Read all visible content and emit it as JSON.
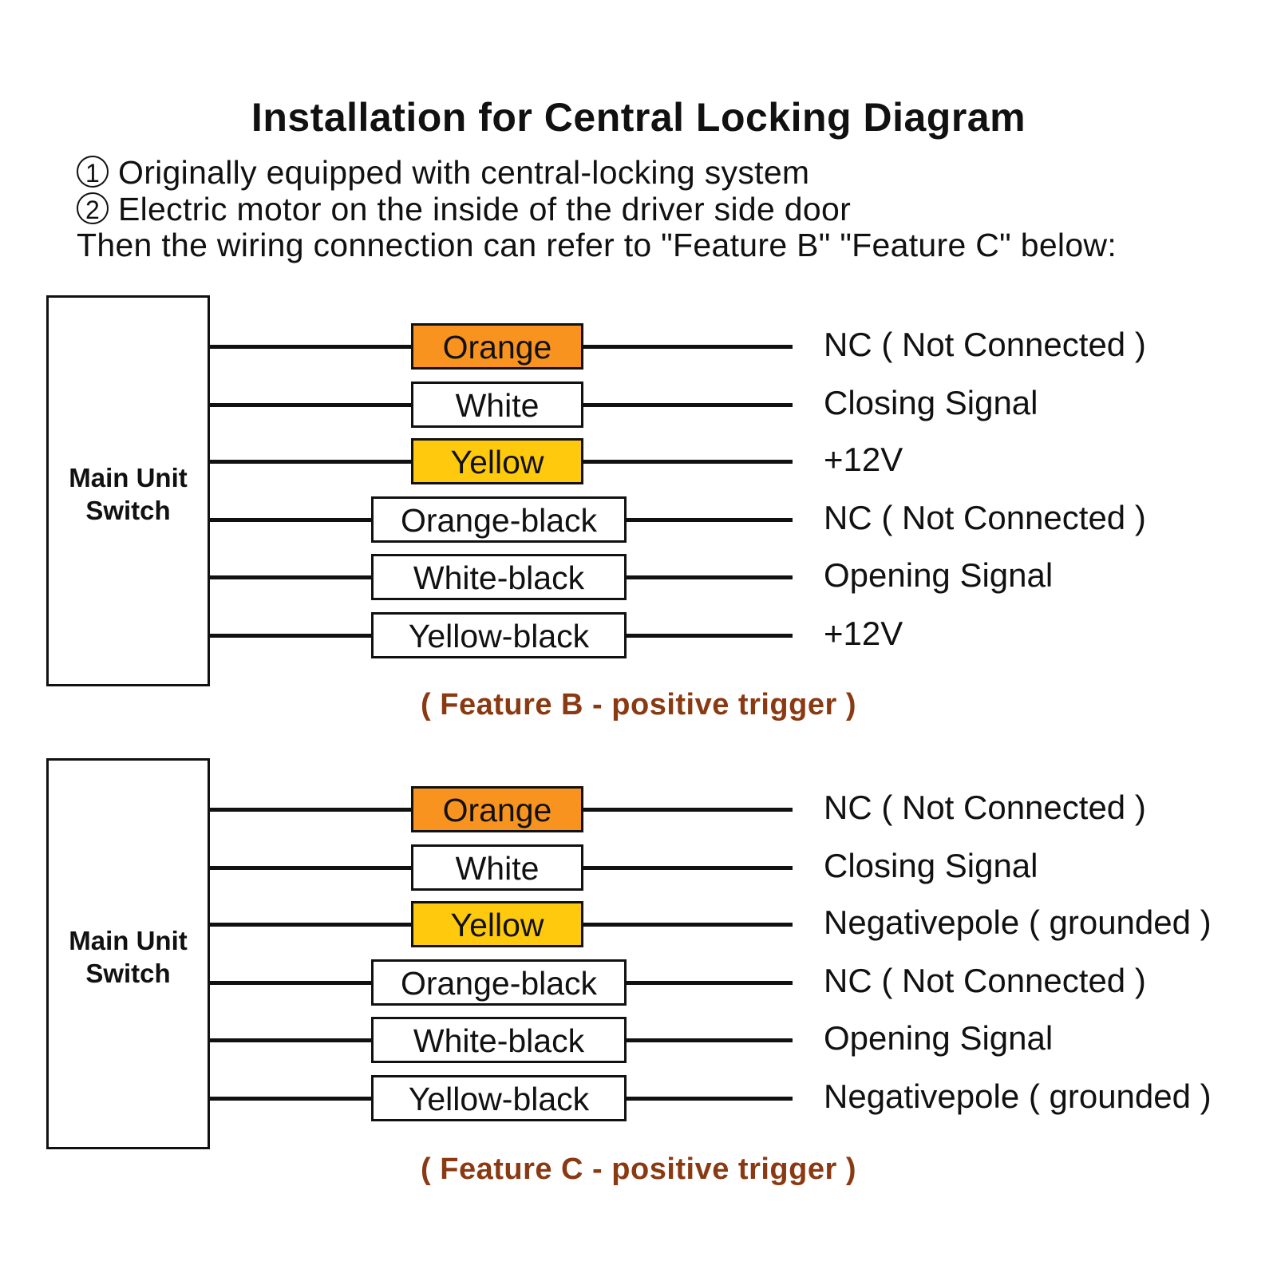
{
  "title": "Installation for Central Locking Diagram",
  "intro": [
    {
      "num": "1",
      "text": "Originally equipped with central-locking system"
    },
    {
      "num": "2",
      "text": "Electric motor on the inside of the driver side door"
    },
    {
      "num": "",
      "text": "Then the wiring connection can refer to \"Feature B\" \"Feature C\" below:"
    }
  ],
  "colors": {
    "orange": "#f7931e",
    "yellow": "#ffc90e",
    "white": "#ffffff",
    "caption": "#8a3a12"
  },
  "panels": [
    {
      "unit_label_line1": "Main Unit",
      "unit_label_line2": "Switch",
      "caption": "( Feature B - positive trigger )",
      "wires": [
        {
          "label": "Orange",
          "fill": "orange",
          "signal": "NC ( Not Connected )"
        },
        {
          "label": "White",
          "fill": "white",
          "signal": "Closing Signal"
        },
        {
          "label": "Yellow",
          "fill": "yellow",
          "signal": "+12V"
        },
        {
          "label": "Orange-black",
          "fill": "white",
          "signal": "NC ( Not Connected )"
        },
        {
          "label": "White-black",
          "fill": "white",
          "signal": "Opening Signal"
        },
        {
          "label": "Yellow-black",
          "fill": "white",
          "signal": "+12V"
        }
      ]
    },
    {
      "unit_label_line1": "Main Unit",
      "unit_label_line2": "Switch",
      "caption": "( Feature C - positive trigger )",
      "wires": [
        {
          "label": "Orange",
          "fill": "orange",
          "signal": "NC ( Not Connected )"
        },
        {
          "label": "White",
          "fill": "white",
          "signal": "Closing Signal"
        },
        {
          "label": "Yellow",
          "fill": "yellow",
          "signal": "Negativepole ( grounded )"
        },
        {
          "label": "Orange-black",
          "fill": "white",
          "signal": "NC ( Not Connected )"
        },
        {
          "label": "White-black",
          "fill": "white",
          "signal": "Opening Signal"
        },
        {
          "label": "Yellow-black",
          "fill": "white",
          "signal": "Negativepole ( grounded )"
        }
      ]
    }
  ]
}
